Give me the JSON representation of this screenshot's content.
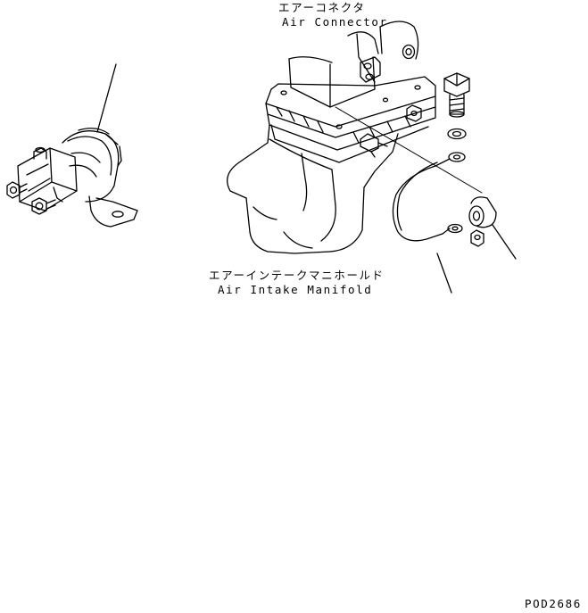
{
  "labels": {
    "air_connector_jp": "エアーコネクタ",
    "air_connector_en": "Air Connector",
    "air_intake_manifold_jp": "エアーインテークマニホールド",
    "air_intake_manifold_en": "Air Intake Manifold",
    "drawing_code": "POD2686"
  },
  "colors": {
    "line": "#000000",
    "background": "#ffffff"
  }
}
